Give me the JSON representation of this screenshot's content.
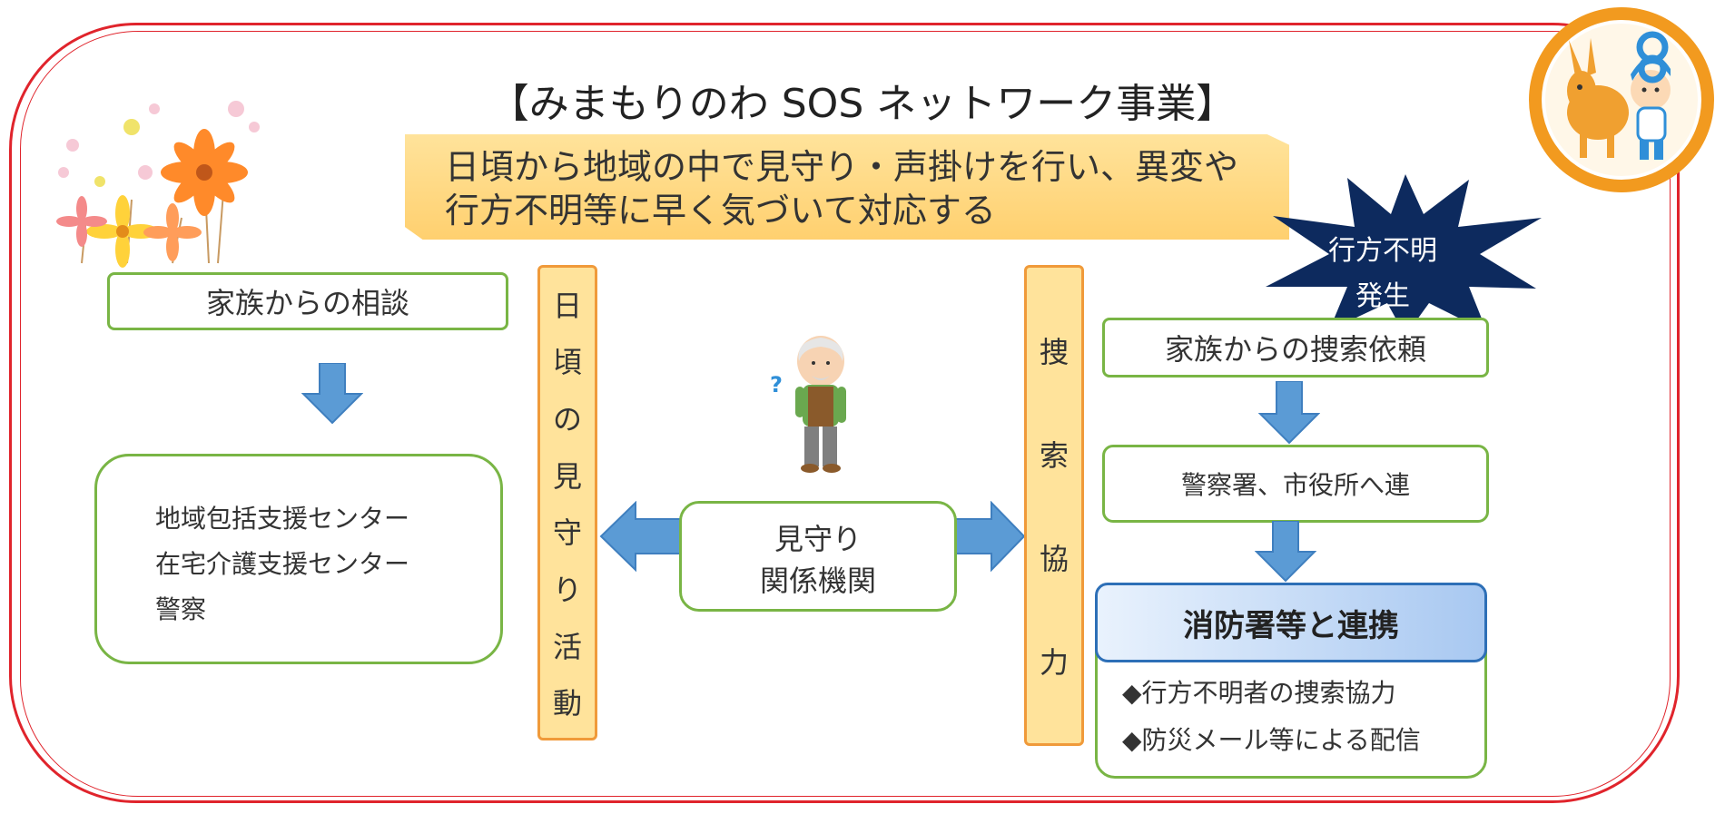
{
  "title": "【みまもりのわ SOS ネットワーク事業】",
  "banner": {
    "line1": "日頃から地域の中で見守り・声掛けを行い、異変や",
    "line2": "行方不明等に早く気づいて対応する"
  },
  "left_column": {
    "consult_label": "家族からの相談",
    "organizations": [
      "地域包括支援センター",
      "在宅介護支援センター",
      "警察"
    ]
  },
  "left_scroll": [
    "日",
    "頃",
    "の",
    "見",
    "守",
    "り",
    "活",
    "動"
  ],
  "center": {
    "line1": "見守り",
    "line2": "関係機関"
  },
  "right_scroll": [
    "捜",
    "索",
    "協",
    "力"
  ],
  "starburst": {
    "line1": "行方不明",
    "line2": "発生"
  },
  "right_column": {
    "search_request_label": "家族からの捜索依頼",
    "police_label": "警察署、市役所へ連",
    "fire_header": "消防署等と連携",
    "fire_items": [
      "◆行方不明者の捜索協力",
      "◆防災メール等による配信"
    ]
  },
  "colors": {
    "frame": "#e0242c",
    "box_border": "#79b545",
    "arrow": "#5b9bd5",
    "scroll_fill": "#ffe39b",
    "scroll_border": "#f09a3a",
    "banner": "#ffd06f",
    "starburst": "#0d2a5e"
  },
  "icons": [
    "flowers-decoration-icon",
    "mascot-logo-icon",
    "elderly-man-icon"
  ]
}
